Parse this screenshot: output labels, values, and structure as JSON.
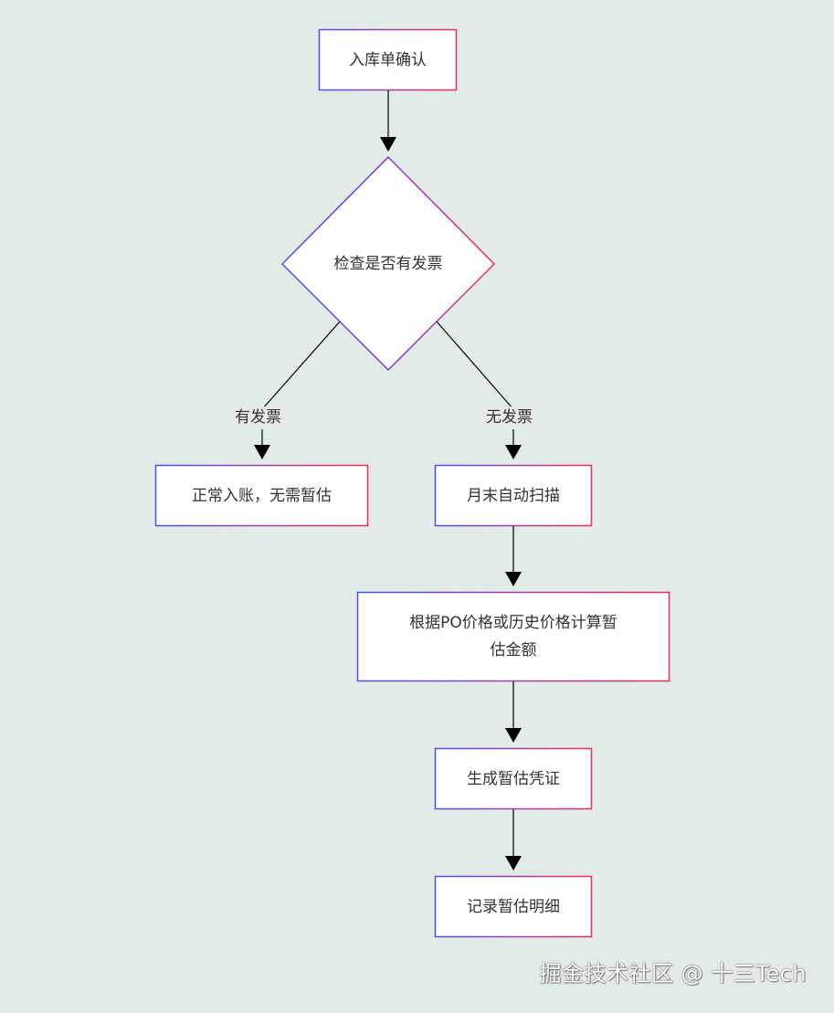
{
  "diagram": {
    "nodes": {
      "start": "入库单确认",
      "decision": "检查是否有发票",
      "normal_entry": "正常入账，无需暂估",
      "month_end_scan": "月末自动扫描",
      "calc_line1": "根据PO价格或历史价格计算暂",
      "calc_line2": "估金额",
      "generate_voucher": "生成暂估凭证",
      "record_detail": "记录暂估明细"
    },
    "edges": {
      "has_invoice": "有发票",
      "no_invoice": "无发票"
    },
    "colors": {
      "gradient_start": "#4b4ff0",
      "gradient_end": "#f0305a",
      "line": "#111111",
      "label_bg": "#e8e8e8",
      "grid": "#e3ebe8"
    }
  },
  "watermark": "掘金技术社区 @ 十三Tech"
}
